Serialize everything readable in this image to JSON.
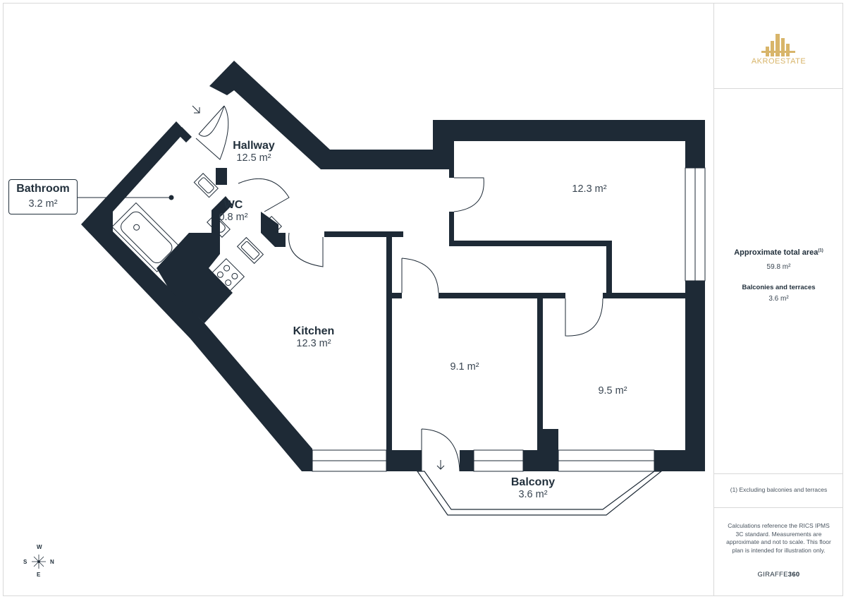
{
  "logo": {
    "brand_name": "AKROESTATE",
    "icon": "city-skyline-logo-icon",
    "color": "#d8b56a"
  },
  "colors": {
    "wall": "#1e2a36",
    "text": "#22303c",
    "muted": "#3a4652",
    "gold": "#d8b56a"
  },
  "rooms": {
    "hallway": {
      "name": "Hallway",
      "area": "12.5 m²"
    },
    "bathroom": {
      "name": "Bathroom",
      "area": "3.2 m²"
    },
    "wc": {
      "name": "WC",
      "area": "0.8 m²"
    },
    "kitchen": {
      "name": "Kitchen",
      "area": "12.3 m²"
    },
    "room_top_right": {
      "name": "",
      "area": "12.3 m²"
    },
    "room_middle": {
      "name": "",
      "area": "9.1 m²"
    },
    "room_right": {
      "name": "",
      "area": "9.5 m²"
    },
    "balcony": {
      "name": "Balcony",
      "area": "3.6 m²"
    }
  },
  "summary": {
    "total_label": "Approximate total area",
    "total_footnote_marker": "(1)",
    "total_value": "59.8 m²",
    "balconies_label": "Balconies and terraces",
    "balconies_value": "3.6 m²"
  },
  "footnote": "(1) Excluding balconies and terraces",
  "disclaimer": "Calculations reference the RICS IPMS 3C standard. Measurements are approximate and not to scale. This floor plan is intended for illustration only.",
  "brand": {
    "prefix": "GIRAFFE",
    "suffix": "360"
  },
  "compass": {
    "north": "N",
    "south": "S",
    "east": "E",
    "west": "W",
    "icon": "compass-rose-icon"
  }
}
